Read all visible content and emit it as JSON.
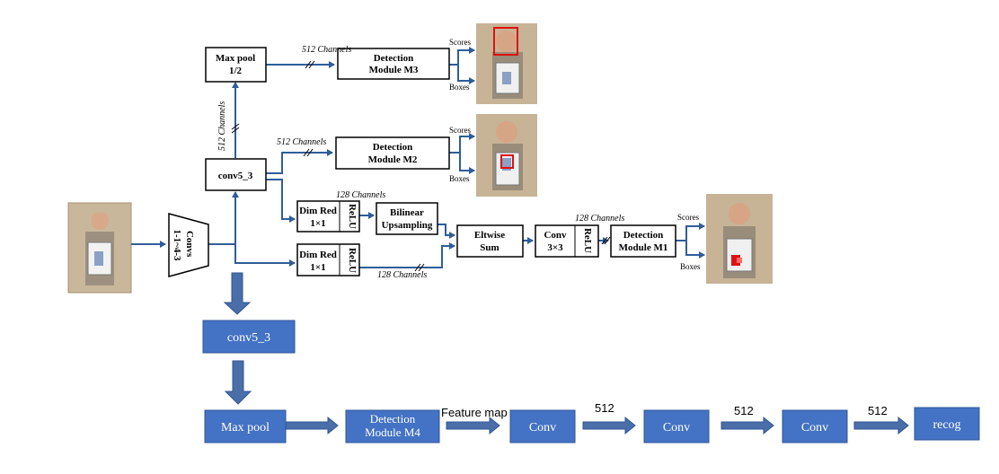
{
  "top": {
    "convs": "Convs\n1-1~4-3",
    "maxpool": "Max pool\n1/2",
    "conv5_3": "conv5_3",
    "det_m3": "Detection\nModule M3",
    "det_m2": "Detection\nModule M2",
    "det_m1": "Detection\nModule M1",
    "dimred_a": "Dim Red\n1×1",
    "dimred_b": "Dim Red\n1×1",
    "relu_a": "ReLU",
    "relu_b": "ReLU",
    "relu_c": "ReLU",
    "bilinear": "Bilinear\nUpsampling",
    "eltwise": "Eltwise\nSum",
    "conv33": "Conv\n3×3",
    "ch512_a": "512 Channels",
    "ch512_b": "512 Channels",
    "ch512_c": "512 Channels",
    "ch128_a": "128 Channels",
    "ch128_b": "128 Channels",
    "ch128_c": "128 Channels",
    "scores": "Scores",
    "boxes": "Boxes"
  },
  "bottom": {
    "conv5_3": "conv5_3",
    "maxpool": "Max pool",
    "detection": "Detection\nModule M4",
    "feature_map": "Feature map",
    "conv1": "Conv",
    "conv2": "Conv",
    "conv3": "Conv",
    "recog": "recog",
    "num1": "512",
    "num2": "512",
    "num3": "512"
  },
  "colors": {
    "blue_box": "#4472c4",
    "arrow_blue": "#3f6fb5",
    "dark_blue": "#4a6ea8",
    "red": "#e01010"
  }
}
